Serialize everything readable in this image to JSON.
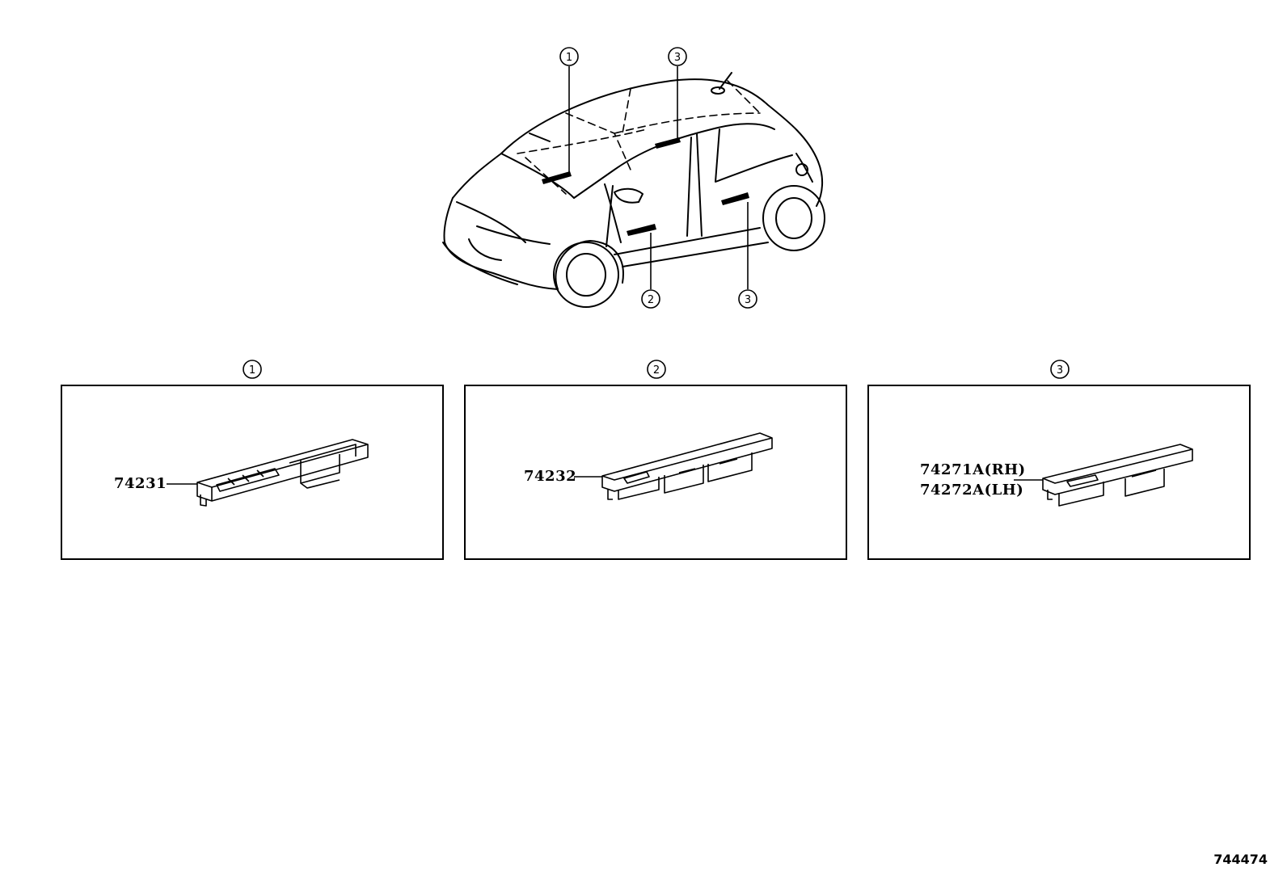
{
  "callouts": {
    "c1": "1",
    "c2": "2",
    "c3": "3"
  },
  "panels": [
    {
      "index": "1",
      "parts": [
        "74231"
      ]
    },
    {
      "index": "2",
      "parts": [
        "74232"
      ]
    },
    {
      "index": "3",
      "parts": [
        "74271A(RH)",
        "74272A(LH)"
      ]
    }
  ],
  "diagram_id": "744474"
}
